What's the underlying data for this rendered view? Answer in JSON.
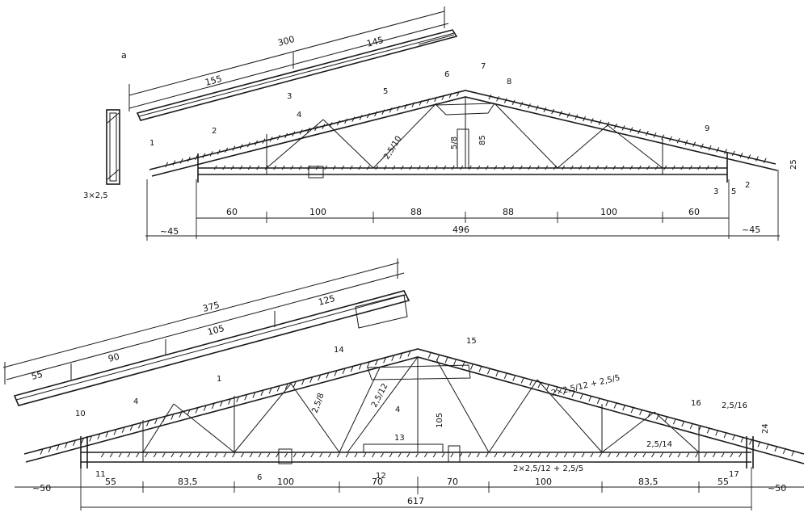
{
  "upper_truss": {
    "marker": "a",
    "top_dims": [
      "300",
      "155",
      "145"
    ],
    "callouts": [
      "1",
      "2",
      "3",
      "4",
      "5",
      "6",
      "7",
      "8",
      "9"
    ],
    "member_labels": [
      "2,5/10",
      "5/8",
      "85",
      "25"
    ],
    "small_dims": [
      "3",
      "5",
      "2"
    ],
    "section_label": "3×2,5",
    "bottom_dims": [
      "60",
      "100",
      "88",
      "88",
      "100",
      "60"
    ],
    "overall": [
      "~45",
      "496",
      "~45"
    ]
  },
  "lower_truss": {
    "top_dims": [
      "375",
      "55",
      "90",
      "105",
      "125"
    ],
    "callouts": [
      "10",
      "11",
      "1",
      "4",
      "6",
      "12",
      "13",
      "14",
      "15",
      "4",
      "16",
      "17"
    ],
    "member_labels": [
      "2,5/8",
      "2,5/12",
      "105",
      "2×2,5/12 + 2,5/5",
      "2,5/16",
      "2,5/14",
      "24",
      "2×2,5/12 + 2,5/5"
    ],
    "bottom_dims": [
      "55",
      "83,5",
      "100",
      "70",
      "70",
      "100",
      "83,5",
      "55"
    ],
    "overall": [
      "~50",
      "617",
      "~50"
    ]
  }
}
